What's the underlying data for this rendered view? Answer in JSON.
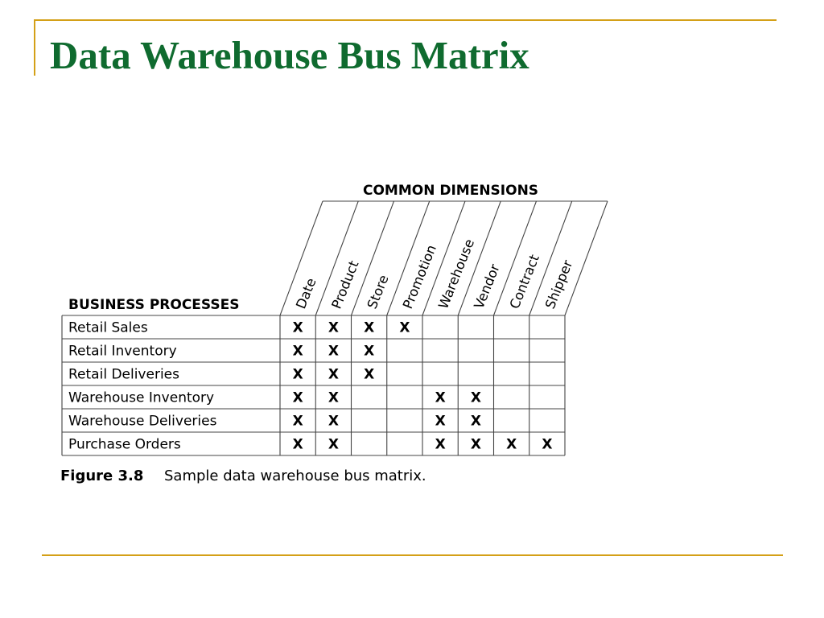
{
  "slide": {
    "title": "Data Warehouse Bus Matrix",
    "accent_color": "#d4a017",
    "title_color": "#0f6b2f"
  },
  "matrix": {
    "dimensions_header": "COMMON DIMENSIONS",
    "processes_header": "BUSINESS PROCESSES",
    "dimensions": [
      "Date",
      "Product",
      "Store",
      "Promotion",
      "Warehouse",
      "Vendor",
      "Contract",
      "Shipper"
    ],
    "rows": [
      {
        "process": "Retail Sales",
        "marks": [
          "X",
          "X",
          "X",
          "X",
          "",
          "",
          "",
          ""
        ]
      },
      {
        "process": "Retail Inventory",
        "marks": [
          "X",
          "X",
          "X",
          "",
          "",
          "",
          "",
          ""
        ]
      },
      {
        "process": "Retail Deliveries",
        "marks": [
          "X",
          "X",
          "X",
          "",
          "",
          "",
          "",
          ""
        ]
      },
      {
        "process": "Warehouse Inventory",
        "marks": [
          "X",
          "X",
          "",
          "",
          "X",
          "X",
          "",
          ""
        ]
      },
      {
        "process": "Warehouse Deliveries",
        "marks": [
          "X",
          "X",
          "",
          "",
          "X",
          "X",
          "",
          ""
        ]
      },
      {
        "process": "Purchase Orders",
        "marks": [
          "X",
          "X",
          "",
          "",
          "X",
          "X",
          "X",
          "X"
        ]
      }
    ]
  },
  "caption": {
    "number": "Figure 3.8",
    "text": "Sample data warehouse bus matrix."
  }
}
